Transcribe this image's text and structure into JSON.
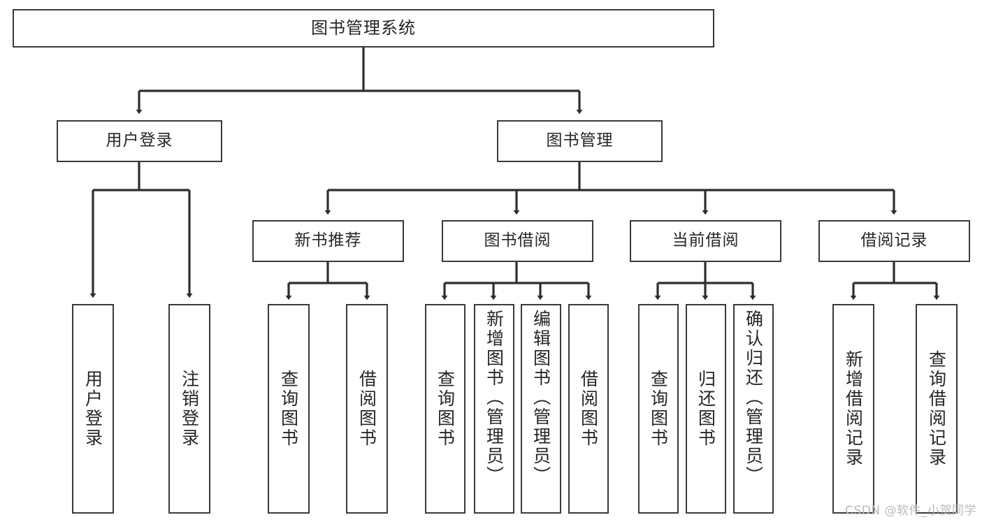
{
  "diagram": {
    "title": "图书管理系统",
    "type": "hierarchical-tree",
    "levels": 4,
    "nodes": {
      "root": {
        "label": "图书管理系统"
      },
      "level2": [
        {
          "id": "user-login",
          "label": "用户登录"
        },
        {
          "id": "book-management",
          "label": "图书管理"
        }
      ],
      "level3": [
        {
          "id": "new-book-recommend",
          "label": "新书推荐",
          "parent": "book-management"
        },
        {
          "id": "book-borrow",
          "label": "图书借阅",
          "parent": "book-management"
        },
        {
          "id": "current-borrow",
          "label": "当前借阅",
          "parent": "book-management"
        },
        {
          "id": "borrow-record",
          "label": "借阅记录",
          "parent": "book-management"
        }
      ],
      "level4": [
        {
          "id": "leaf-user-login",
          "label": "用户登录",
          "parent": "user-login"
        },
        {
          "id": "leaf-logout",
          "label": "注销登录",
          "parent": "user-login"
        },
        {
          "id": "leaf-query-book-1",
          "label": "查询图书",
          "parent": "new-book-recommend"
        },
        {
          "id": "leaf-borrow-book-1",
          "label": "借阅图书",
          "parent": "new-book-recommend"
        },
        {
          "id": "leaf-query-book-2",
          "label": "查询图书",
          "parent": "book-borrow"
        },
        {
          "id": "leaf-add-book",
          "label": "新增图书（管理员）",
          "parent": "book-borrow"
        },
        {
          "id": "leaf-edit-book",
          "label": "编辑图书（管理员）",
          "parent": "book-borrow"
        },
        {
          "id": "leaf-borrow-book-2",
          "label": "借阅图书",
          "parent": "book-borrow"
        },
        {
          "id": "leaf-query-book-3",
          "label": "查询图书",
          "parent": "current-borrow"
        },
        {
          "id": "leaf-return-book",
          "label": "归还图书",
          "parent": "current-borrow"
        },
        {
          "id": "leaf-confirm-return",
          "label": "确认归还（管理员）",
          "parent": "current-borrow"
        },
        {
          "id": "leaf-add-record",
          "label": "新增借阅记录",
          "parent": "borrow-record"
        },
        {
          "id": "leaf-query-record",
          "label": "查询借阅记录",
          "parent": "borrow-record"
        }
      ]
    },
    "colors": {
      "stroke": "#3a3a3a",
      "fill": "#ffffff",
      "text": "#262626",
      "watermark": "#b9b9b9"
    }
  },
  "watermark": {
    "text": "CSDN @软件_小贺同学"
  }
}
